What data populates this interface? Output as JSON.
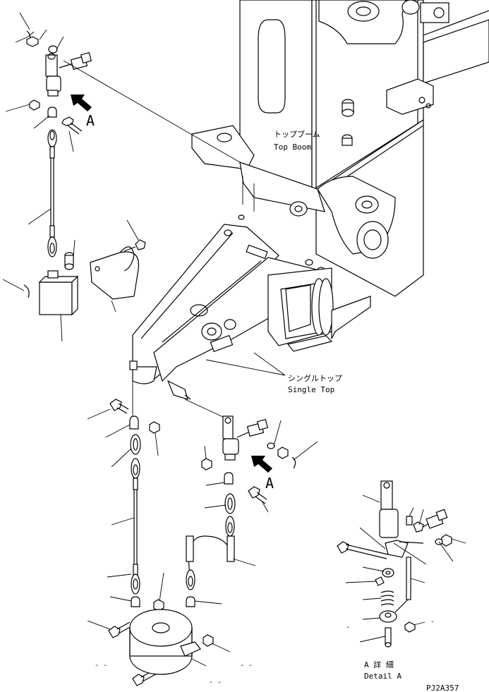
{
  "labels": {
    "top_boom_jp": "トップブーム",
    "top_boom_en": "Top Boom",
    "single_top_jp": "シングルトップ",
    "single_top_en": "Single Top",
    "arrow_a_upper": "A",
    "arrow_a_lower": "A",
    "detail_jp": "A 詳 細",
    "detail_en": "Detail A",
    "drawing_code": "PJ2A357"
  }
}
